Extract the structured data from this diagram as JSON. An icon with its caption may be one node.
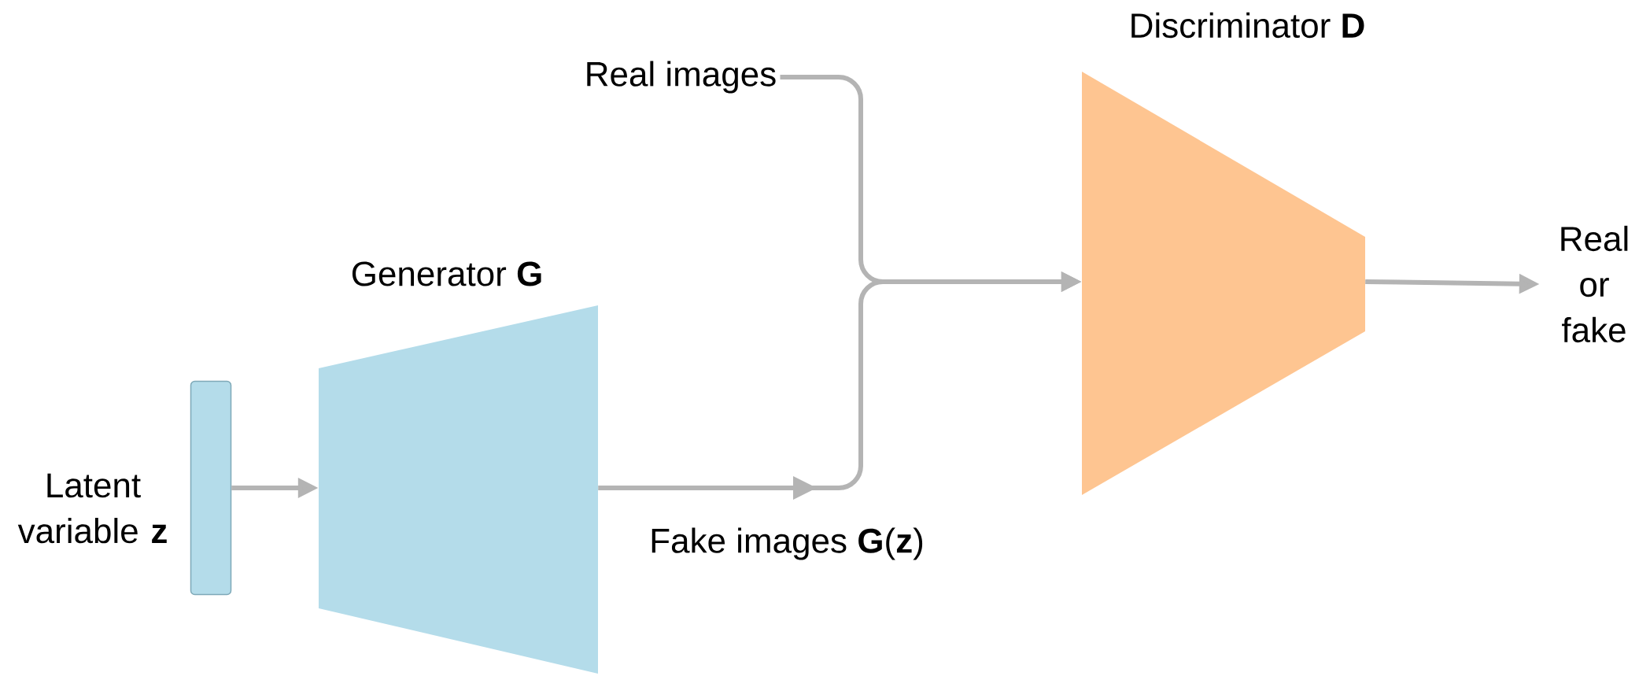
{
  "diagram": {
    "nodes": [
      {
        "text": [],
        "shape": "bar",
        "beside": [
          "Latent variable **z**"
        ]
      },
      {
        "text": [
          "Generator **G**"
        ]
      },
      {
        "text": [
          "Real images"
        ]
      },
      {
        "text": [
          "Discriminator **D**"
        ]
      },
      {
        "text": [
          "Real or fake"
        ]
      }
    ],
    "edges": [
      {
        "from": 0,
        "to": 1,
        "arrow": "to"
      },
      {
        "from": 1,
        "to": 3,
        "arrow": "to",
        "label": "Fake images **G**(**z**)"
      },
      {
        "from": 2,
        "to": 3,
        "arrow": "to"
      },
      {
        "from": 3,
        "to": 4,
        "arrow": "to"
      }
    ]
  }
}
